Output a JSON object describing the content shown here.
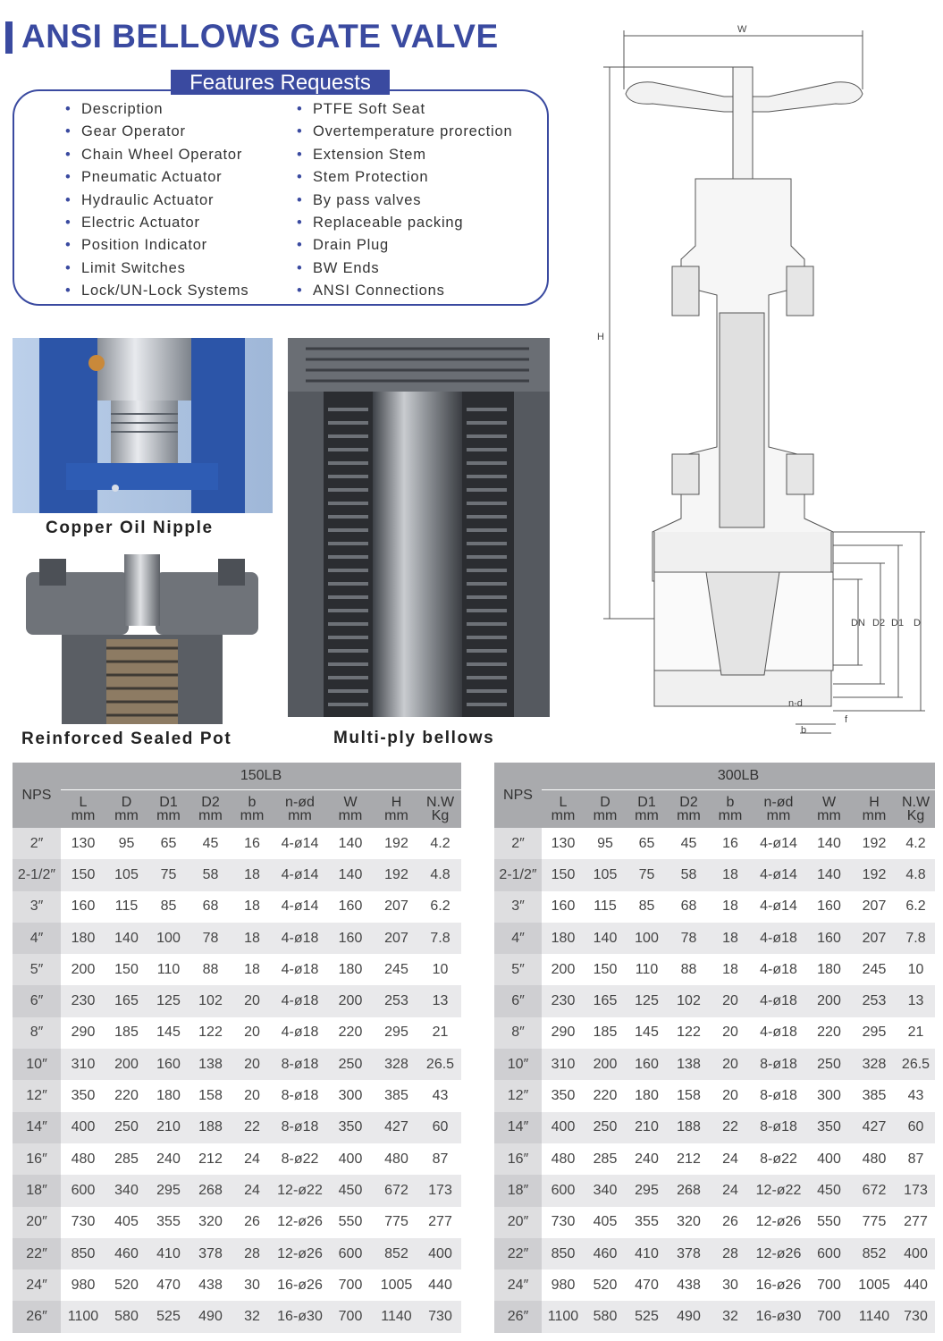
{
  "title": "ANSI BELLOWS GATE VALVE",
  "features": {
    "heading": "Features Requests",
    "left": [
      "Description",
      "Gear Operator",
      "Chain Wheel Operator",
      "Pneumatic Actuator",
      "Hydraulic Actuator",
      "Electric Actuator",
      "Position Indicator",
      "Limit Switches",
      "Lock/UN-Lock Systems"
    ],
    "right": [
      "PTFE Soft Seat",
      "Overtemperature prorection",
      "Extension Stem",
      "Stem Protection",
      "By pass valves",
      "Replaceable packing",
      "Drain Plug",
      "BW Ends",
      "ANSI Connections"
    ]
  },
  "photos": {
    "copper_caption": "Copper Oil Nipple",
    "pot_caption": "Reinforced Sealed Pot",
    "bellows_caption": "Multi-ply bellows"
  },
  "drawing": {
    "labels": {
      "w": "W",
      "h": "H",
      "dn": "DN",
      "d2": "D2",
      "d1": "D1",
      "d": "D",
      "nd": "n-d",
      "f": "f",
      "b": "b"
    }
  },
  "table_headers": {
    "nps": "NPS",
    "group150": "150LB",
    "group300": "300LB",
    "cols": [
      {
        "name": "L",
        "unit": "mm"
      },
      {
        "name": "D",
        "unit": "mm"
      },
      {
        "name": "D1",
        "unit": "mm"
      },
      {
        "name": "D2",
        "unit": "mm"
      },
      {
        "name": "b",
        "unit": "mm"
      },
      {
        "name": "n-ød",
        "unit": "mm"
      },
      {
        "name": "W",
        "unit": "mm"
      },
      {
        "name": "H",
        "unit": "mm"
      },
      {
        "name": "N.W",
        "unit": "Kg"
      }
    ]
  },
  "rows": [
    [
      "2″",
      "130",
      "95",
      "65",
      "45",
      "16",
      "4-ø14",
      "140",
      "192",
      "4.2"
    ],
    [
      "2-1/2″",
      "150",
      "105",
      "75",
      "58",
      "18",
      "4-ø14",
      "140",
      "192",
      "4.8"
    ],
    [
      "3″",
      "160",
      "115",
      "85",
      "68",
      "18",
      "4-ø14",
      "160",
      "207",
      "6.2"
    ],
    [
      "4″",
      "180",
      "140",
      "100",
      "78",
      "18",
      "4-ø18",
      "160",
      "207",
      "7.8"
    ],
    [
      "5″",
      "200",
      "150",
      "110",
      "88",
      "18",
      "4-ø18",
      "180",
      "245",
      "10"
    ],
    [
      "6″",
      "230",
      "165",
      "125",
      "102",
      "20",
      "4-ø18",
      "200",
      "253",
      "13"
    ],
    [
      "8″",
      "290",
      "185",
      "145",
      "122",
      "20",
      "4-ø18",
      "220",
      "295",
      "21"
    ],
    [
      "10″",
      "310",
      "200",
      "160",
      "138",
      "20",
      "8-ø18",
      "250",
      "328",
      "26.5"
    ],
    [
      "12″",
      "350",
      "220",
      "180",
      "158",
      "20",
      "8-ø18",
      "300",
      "385",
      "43"
    ],
    [
      "14″",
      "400",
      "250",
      "210",
      "188",
      "22",
      "8-ø18",
      "350",
      "427",
      "60"
    ],
    [
      "16″",
      "480",
      "285",
      "240",
      "212",
      "24",
      "8-ø22",
      "400",
      "480",
      "87"
    ],
    [
      "18″",
      "600",
      "340",
      "295",
      "268",
      "24",
      "12-ø22",
      "450",
      "672",
      "173"
    ],
    [
      "20″",
      "730",
      "405",
      "355",
      "320",
      "26",
      "12-ø26",
      "550",
      "775",
      "277"
    ],
    [
      "22″",
      "850",
      "460",
      "410",
      "378",
      "28",
      "12-ø26",
      "600",
      "852",
      "400"
    ],
    [
      "24″",
      "980",
      "520",
      "470",
      "438",
      "30",
      "16-ø26",
      "700",
      "1005",
      "440"
    ],
    [
      "26″",
      "1100",
      "580",
      "525",
      "490",
      "32",
      "16-ø30",
      "700",
      "1140",
      "730"
    ]
  ]
}
